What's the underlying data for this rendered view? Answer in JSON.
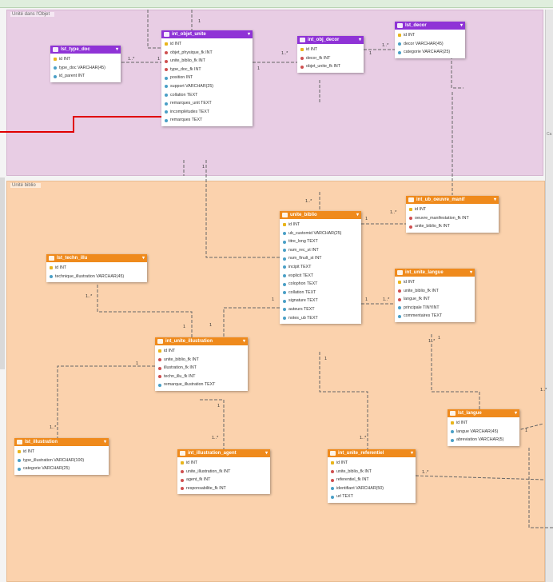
{
  "regions": {
    "objet": "Unité dans l'Objet",
    "biblio": "Unité biblio",
    "side_label": "Ca"
  },
  "colors": {
    "purple": "#8f33d6",
    "orange": "#ef8a1c",
    "connector": "#666666",
    "annotation": "#e00000"
  },
  "tables": {
    "lst_type_doc": {
      "title": "lst_type_doc",
      "rows": [
        "id INT",
        "type_doc VARCHAR(45)",
        "id_parent INT"
      ]
    },
    "int_objet_unite": {
      "title": "int_objet_unite",
      "rows": [
        "id INT",
        "objet_physique_fk INT",
        "unite_biblio_fk INT",
        "type_doc_fk INT",
        "position INT",
        "support VARCHAR(25)",
        "collation TEXT",
        "remarques_unit TEXT",
        "incomplétudes TEXT",
        "remarques TEXT"
      ]
    },
    "int_obj_decor": {
      "title": "int_obj_decor",
      "rows": [
        "id INT",
        "decor_fk INT",
        "objet_unite_fk INT"
      ]
    },
    "lst_decor": {
      "title": "lst_decor",
      "rows": [
        "id INT",
        "decor VARCHAR(45)",
        "categorie VARCHAR(25)"
      ]
    },
    "unite_biblio": {
      "title": "unite_biblio",
      "rows": [
        "id INT",
        "ub_customid VARCHAR(25)",
        "titre_long TEXT",
        "num_rec_st INT",
        "num_finult_st INT",
        "incipit TEXT",
        "explicit TEXT",
        "colophon TEXT",
        "collation TEXT",
        "signature TEXT",
        "auteurs TEXT",
        "notes_ub TEXT"
      ]
    },
    "int_ub_oeuvre_manif": {
      "title": "int_ub_oeuvre_manif",
      "rows": [
        "id INT",
        "oeuvre_manifestation_fk INT",
        "unite_biblio_fk INT"
      ]
    },
    "lst_techn_illu": {
      "title": "lst_techn_illu",
      "rows": [
        "id INT",
        "technique_illustration VARCHAR(45)"
      ]
    },
    "int_unite_langue": {
      "title": "int_unite_langue",
      "rows": [
        "id INT",
        "unite_biblio_fk INT",
        "langue_fk INT",
        "principale TINYINT",
        "commentaires TEXT"
      ]
    },
    "int_unite_illustration": {
      "title": "int_unite_illustration",
      "rows": [
        "id INT",
        "unite_biblio_fk INT",
        "illustration_fk INT",
        "techn_illu_fk INT",
        "remarque_illustration TEXT"
      ]
    },
    "lst_langue": {
      "title": "lst_langue",
      "rows": [
        "id INT",
        "langue VARCHAR(45)",
        "abreviation VARCHAR(5)"
      ]
    },
    "lst_illustration": {
      "title": "lst_illustration",
      "rows": [
        "id INT",
        "type_illustration VARCHAR(100)",
        "categorie VARCHAR(25)"
      ]
    },
    "int_illustration_agent": {
      "title": "int_illustration_agent",
      "rows": [
        "id INT",
        "unite_illustration_fk INT",
        "agent_fk INT",
        "responsabilite_fk INT"
      ]
    },
    "int_unite_referentiel": {
      "title": "int_unite_referentiel",
      "rows": [
        "id INT",
        "unite_biblio_fk INT",
        "referentiel_fk INT",
        "identifiant VARCHAR(50)",
        "url TEXT"
      ]
    }
  },
  "cardinalities": [
    "1..*",
    "1",
    "1",
    "1..*",
    "1",
    "1..*",
    "1",
    "1",
    "1..*",
    "1",
    "1..*",
    "1",
    "1..*",
    "1",
    "1",
    "1..*",
    "1",
    "1",
    "1..*",
    "1..*",
    "1",
    "1..*",
    "1",
    "1",
    "1..*",
    "1..*",
    "1..*",
    "1"
  ]
}
